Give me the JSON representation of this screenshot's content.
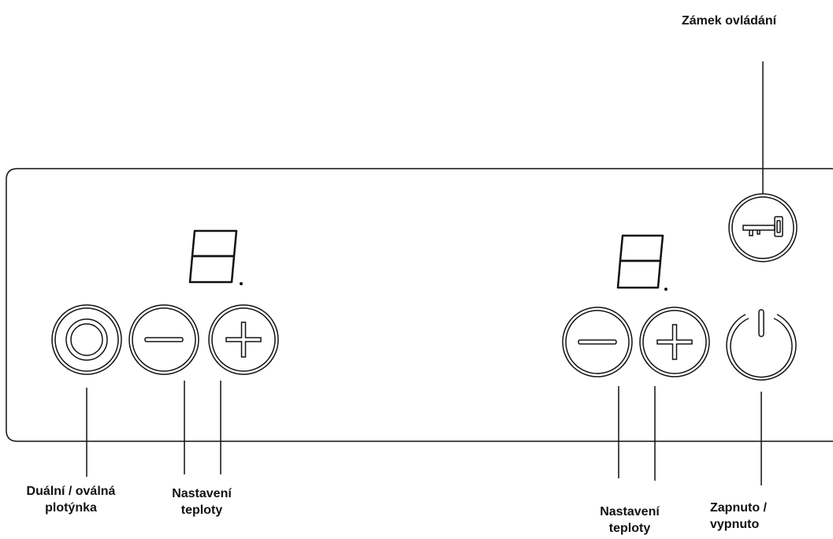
{
  "labels": {
    "lock": "Zámek ovládání",
    "dual_line1": "Duální / oválná",
    "dual_line2": "plotýnka",
    "temp_left_line1": "Nastavení",
    "temp_left_line2": "teploty",
    "temp_right_line1": "Nastavení",
    "temp_right_line2": "teploty",
    "power_line1": "Zapnuto /",
    "power_line2": "vypnuto"
  },
  "displays": {
    "left": "8",
    "right": "8"
  },
  "colors": {
    "stroke": "#111111",
    "background": "#ffffff"
  }
}
